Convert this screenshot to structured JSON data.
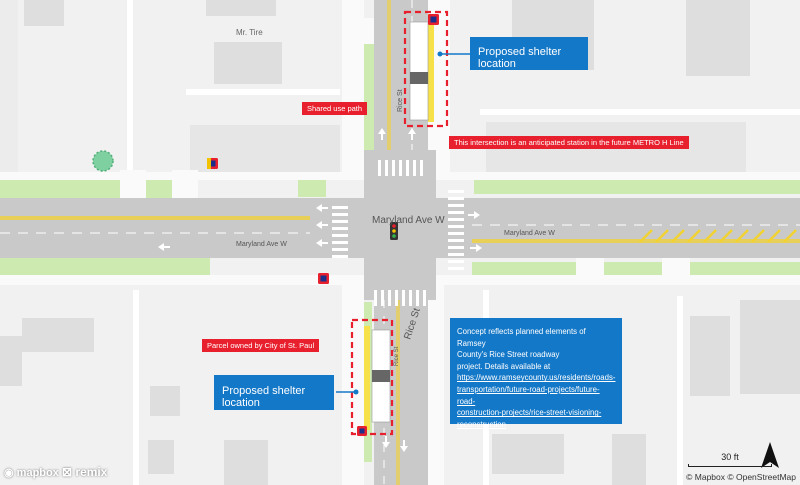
{
  "map": {
    "place_labels": {
      "business": "Mr. Tire",
      "cross_street": "Maryland Ave W",
      "road_label_west": "Maryland Ave W",
      "road_label_east": "Maryland Ave W",
      "rice_st_north": "Rice St",
      "rice_st_south_main": "Rice St",
      "rice_st_south_small": "Rice St"
    },
    "annotations": {
      "shared_use_path": "Shared use path",
      "metro_station": "This intersection is an anticipated station in the future METRO  H  Line",
      "parcel": "Parcel owned by City of St. Paul",
      "shelter_north": "Proposed shelter location",
      "shelter_south": "Proposed shelter location"
    },
    "concept_note": {
      "line1": "Concept reflects planned elements of Ramsey",
      "line2": "County's Rice Street roadway",
      "line3": "project. Details available at",
      "link1": "https://www.ramseycounty.us/residents/roads-",
      "link2": "transportation/future-road-projects/future-road-",
      "link3": "construction-projects/rice-street-visioning-",
      "link4": "reconstruction"
    },
    "scale_label": "30 ft",
    "attribution": "© Mapbox © OpenStreetMap",
    "logos": {
      "mapbox": "mapbox",
      "remix": "remix"
    },
    "colors": {
      "road": "#c9c9c9",
      "grass": "#cdeab0",
      "building": "#dedede",
      "callout_blue": "#1478c8",
      "annotation_red": "#e8202e",
      "center_line": "#f2d233"
    },
    "icons": [
      "north-arrow-icon",
      "transit-stop-icon",
      "tree-icon",
      "traffic-signal-icon"
    ]
  }
}
